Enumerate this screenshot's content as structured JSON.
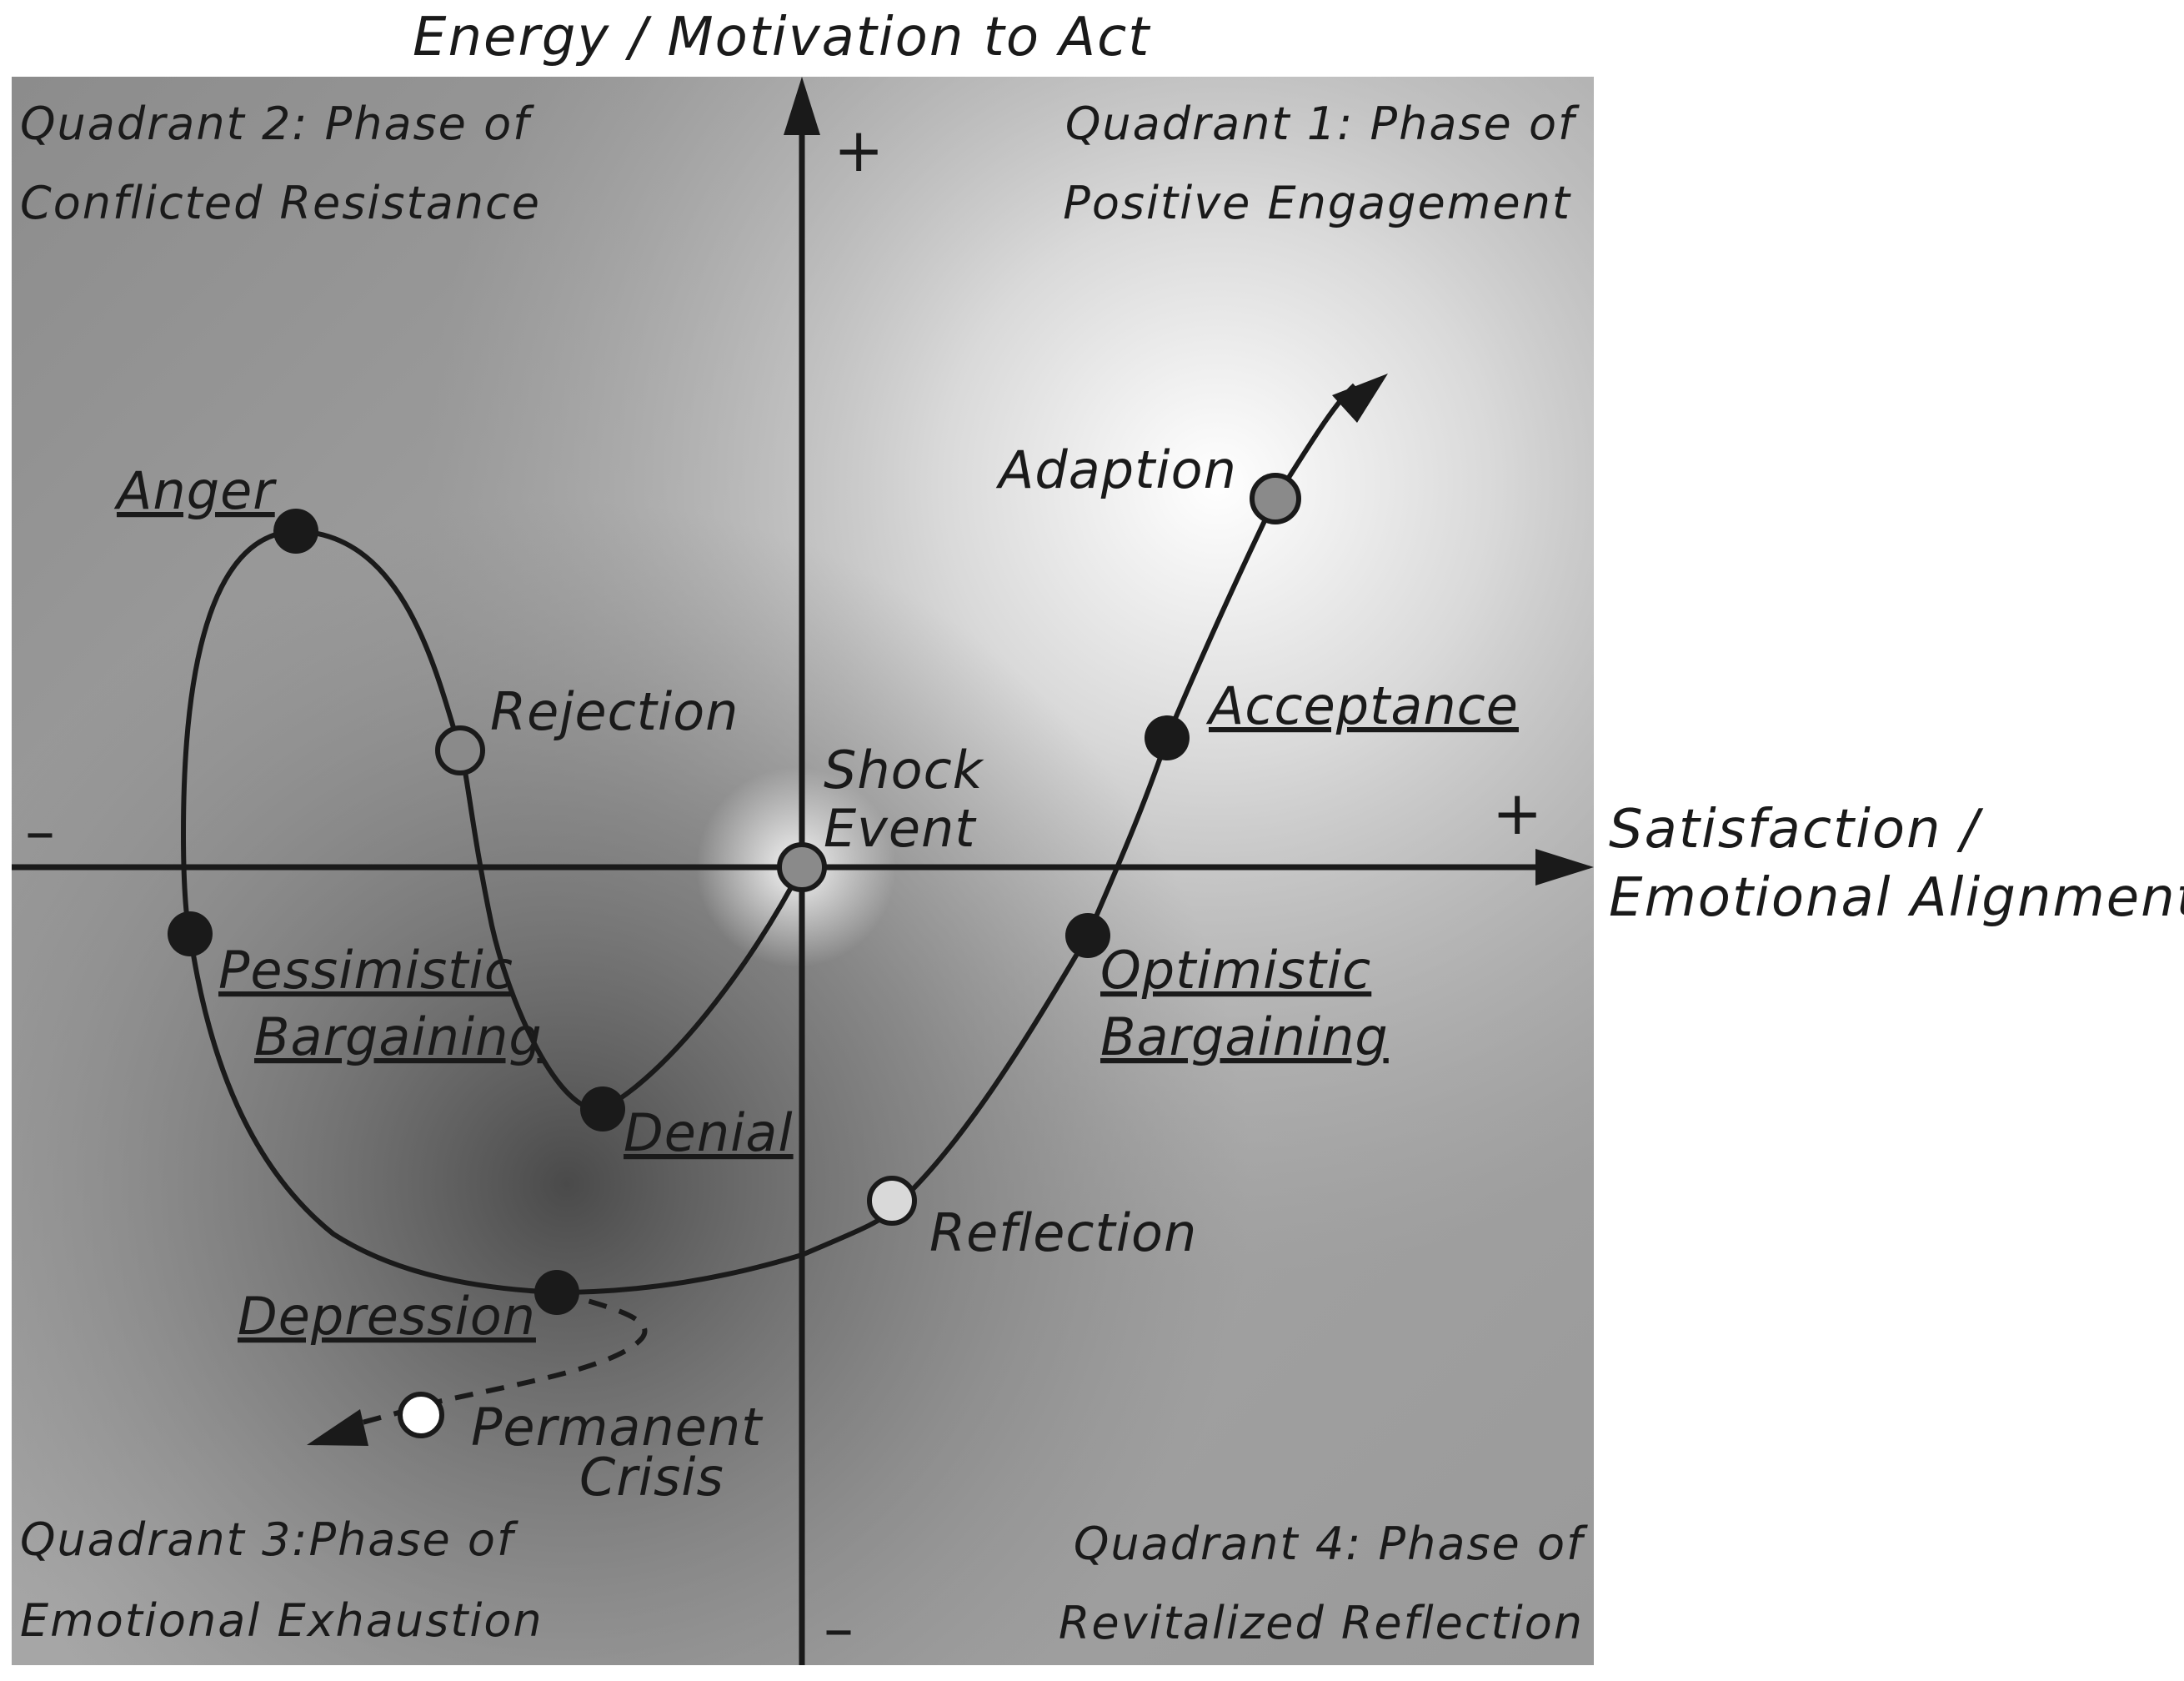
{
  "axes": {
    "y_title": "Energy / Motivation to Act",
    "x_title_line1": "Satisfaction /",
    "x_title_line2": "Emotional Alignment",
    "y_plus": "+",
    "y_minus": "–",
    "x_plus": "+",
    "x_minus": "–"
  },
  "quadrants": {
    "q1": {
      "line1": "Quadrant 1: Phase of",
      "line2": "Positive Engagement"
    },
    "q2": {
      "line1": "Quadrant 2: Phase of",
      "line2": "Conflicted Resistance"
    },
    "q3": {
      "line1": "Quadrant 3:Phase of",
      "line2": "Emotional Exhaustion"
    },
    "q4": {
      "line1": "Quadrant 4: Phase of",
      "line2": "Revitalized Reflection"
    }
  },
  "stages": {
    "shock": {
      "line1": "Shock",
      "line2": "Event",
      "marker": "grey-open"
    },
    "denial": {
      "label": "Denial",
      "marker": "filled",
      "underlined": true
    },
    "rejection": {
      "label": "Rejection",
      "marker": "grey-open"
    },
    "anger": {
      "label": "Anger",
      "marker": "filled",
      "underlined": true
    },
    "pessimistic": {
      "line1": "Pessimistic",
      "line2": "Bargaining",
      "marker": "filled",
      "underlined": true
    },
    "depression": {
      "label": "Depression",
      "marker": "filled",
      "underlined": true
    },
    "permanent": {
      "line1": "Permanent",
      "line2": "Crisis",
      "marker": "white-open"
    },
    "reflection": {
      "label": "Reflection",
      "marker": "white-open"
    },
    "optimistic": {
      "line1": "Optimistic",
      "line2": "Bargaining",
      "marker": "filled",
      "underlined": true
    },
    "acceptance": {
      "label": "Acceptance",
      "marker": "filled",
      "underlined": true
    },
    "adaption": {
      "label": "Adaption",
      "marker": "grey-open"
    }
  },
  "colors": {
    "ink": "#1a1a1a",
    "filled_marker": "#1a1a1a",
    "grey_marker": "#8a8a8a",
    "white_marker": "#ffffff",
    "bg_dark": "#555555",
    "bg_light": "#ffffff"
  }
}
